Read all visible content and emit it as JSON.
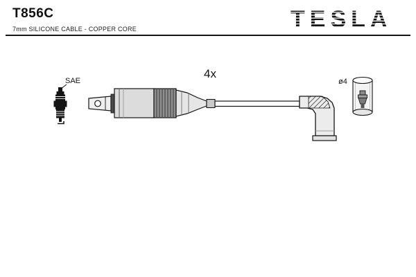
{
  "header": {
    "part_number": "T856C",
    "subtitle": "7mm SILICONE CABLE - COPPER CORE",
    "brand": "TESLA"
  },
  "diagram": {
    "sae_label": "SAE",
    "quantity_label": "4x",
    "diameter_label": "ø4"
  },
  "colors": {
    "ink": "#141414",
    "background": "#ffffff"
  }
}
